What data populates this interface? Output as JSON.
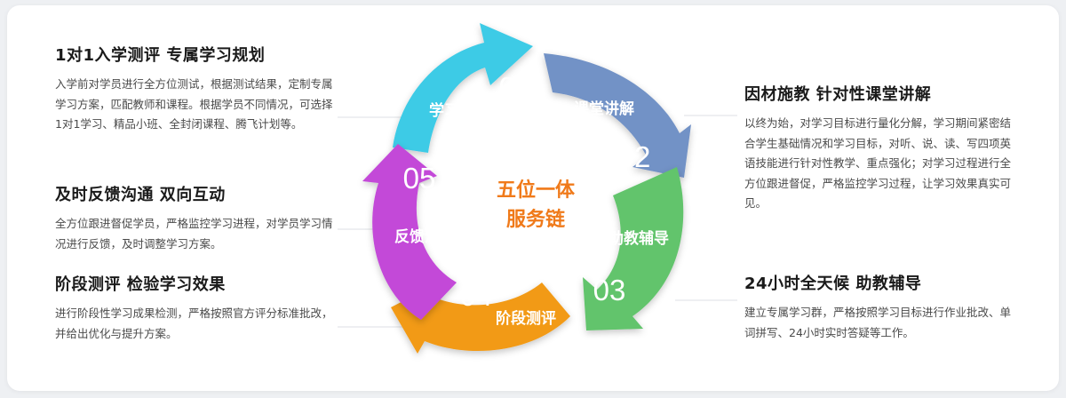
{
  "left_blocks": [
    {
      "title": "1对1入学测评  专属学习规划",
      "body": "入学前对学员进行全方位测试，根据测试结果，定制专属学习方案，匹配教师和课程。根据学员不同情况，可选择1对1学习、精品小班、全封闭课程、腾飞计划等。"
    },
    {
      "title": "及时反馈沟通  双向互动",
      "body": "全方位跟进督促学员，严格监控学习进程，对学员学习情况进行反馈，及时调整学习方案。"
    },
    {
      "title": "阶段测评  检验学习效果",
      "body": "进行阶段性学习成果检测，严格按照官方评分标准批改，并给出优化与提升方案。"
    }
  ],
  "right_blocks": [
    {
      "title": "因材施教  针对性课堂讲解",
      "body": "以终为始，对学习目标进行量化分解，学习期间紧密结合学生基础情况和学习目标，对听、说、读、写四项英语技能进行针对性教学、重点强化；对学习过程进行全方位跟进督促，严格监控学习过程，让学习效果真实可见。"
    },
    {
      "title": "24小时全天候  助教辅导",
      "body": "建立专属学习群，严格按照学习目标进行作业批改、单词拼写、24小时实时答疑等工作。"
    }
  ],
  "center": {
    "line1": "五位一体",
    "line2": "服务链",
    "color": "#f07a1a"
  },
  "segments": [
    {
      "num": "01",
      "label": "学习规划",
      "color": "#3ecbe6"
    },
    {
      "num": "02",
      "label": "课堂讲解",
      "color": "#7292c6"
    },
    {
      "num": "03",
      "label": "助教辅导",
      "color": "#62c46c"
    },
    {
      "num": "04",
      "label": "阶段测评",
      "color": "#f29a15"
    },
    {
      "num": "05",
      "label": "反馈沟通",
      "color": "#c34ad8"
    }
  ]
}
